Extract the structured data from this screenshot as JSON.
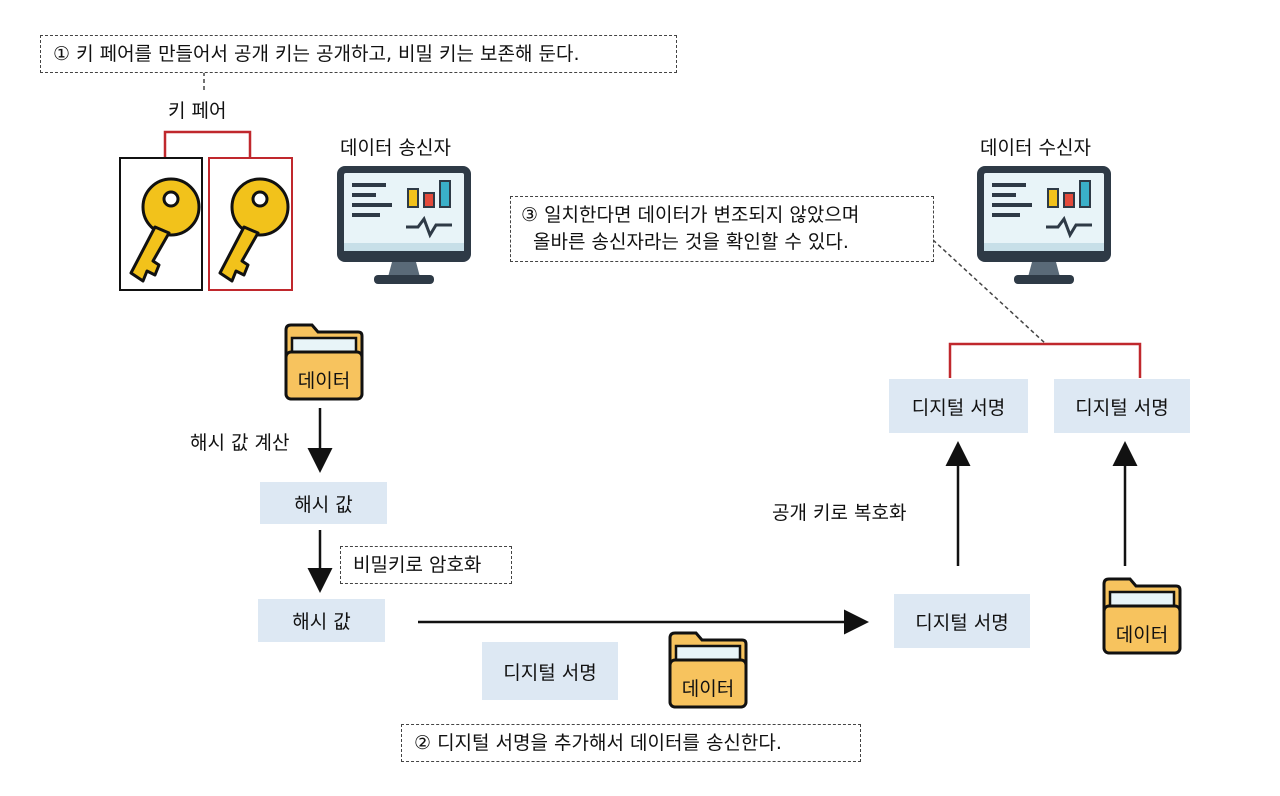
{
  "notes": {
    "step1": "① 키 페어를 만들어서 공개 키는 공개하고, 비밀 키는 보존해 둔다.",
    "step2": "② 디지털 서명을 추가해서 데이터를 송신한다.",
    "step3_line1": "③ 일치한다면 데이터가 변조되지 않았으며",
    "step3_line2": "올바른 송신자라는 것을 확인할 수 있다."
  },
  "labels": {
    "key_pair": "키 페어",
    "sender": "데이터 송신자",
    "receiver": "데이터 수신자",
    "hash_calc": "해시 값 계산",
    "encrypt_private": "비밀키로 암호화",
    "decrypt_public": "공개 키로 복호화"
  },
  "boxes": {
    "hash1": "해시 값",
    "hash2": "해시 값",
    "signature_sent": "디지털 서명",
    "signature_received": "디지털 서명",
    "signature_decrypted": "디지털 서명",
    "signature_compare": "디지털 서명"
  },
  "folders": {
    "sender_data": "데이터",
    "sent_data": "데이터",
    "received_data": "데이터"
  },
  "icons": {
    "key": "key-icon",
    "monitor": "monitor-icon",
    "folder": "folder-icon"
  },
  "colors": {
    "key_yellow": "#f2c21b",
    "pair_red": "#c0282d",
    "box_fill": "#dde8f3",
    "folder_yellow": "#f7c35e",
    "monitor_teal": "#2e3a46"
  }
}
